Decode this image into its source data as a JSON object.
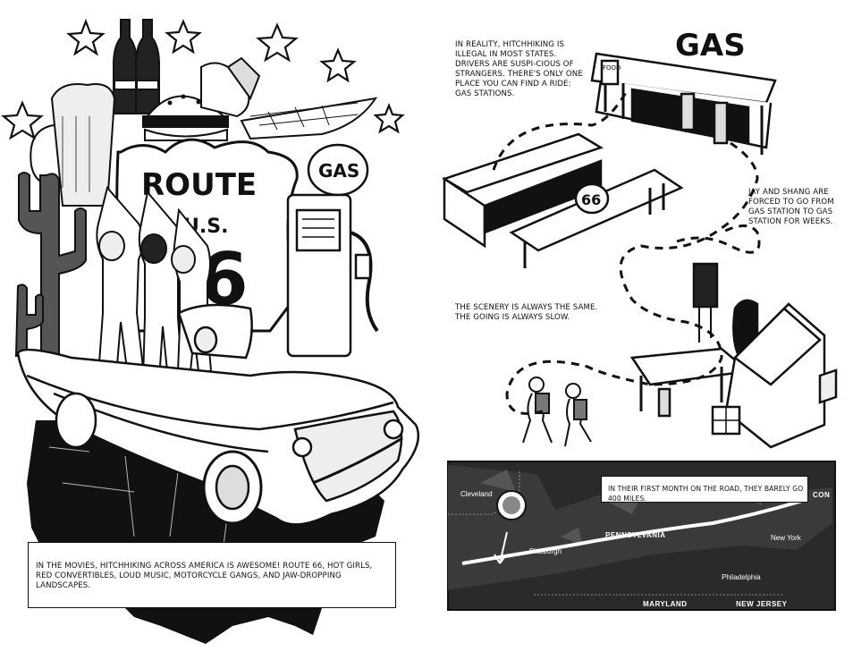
{
  "left_page": {
    "sign_route": "ROUTE",
    "sign_us": "U.S.",
    "sign_number": "6",
    "pump_sign": "GAS",
    "caption": "IN THE MOVIES, HITCHHIKING ACROSS AMERICA IS AWESOME! ROUTE 66, HOT GIRLS, RED CONVERTIBLES, LOUD MUSIC, MOTORCYCLE GANGS, AND JAW-DROPPING LANDSCAPES."
  },
  "right_page": {
    "caption_top": "IN REALITY, HITCHHIKING IS ILLEGAL IN MOST STATES. DRIVERS ARE SUSPI-CIOUS OF STRANGERS. THERE'S ONLY ONE PLACE YOU CAN FIND A RIDE: GAS STATIONS.",
    "gas_sign": "GAS",
    "food_sign": "FOOD",
    "route_sign": "66",
    "caption_right": "JAY AND SHANG ARE FORCED TO GO FROM GAS STATION TO GAS STATION FOR WEEKS.",
    "caption_left": "THE SCENERY IS ALWAYS THE SAME. THE GOING IS ALWAYS SLOW.",
    "map": {
      "caption": "IN THEIR FIRST MONTH ON THE ROAD, THEY BARELY GO 400 MILES.",
      "labels": {
        "cleveland": "Cleveland",
        "pittsburgh": "Pittsburgh",
        "pennsylvania": "PENNSYLVANIA",
        "new_york": "New York",
        "philadelphia": "Philadelphia",
        "maryland": "MARYLAND",
        "new_jersey": "NEW JERSEY",
        "con": "CON"
      }
    }
  }
}
